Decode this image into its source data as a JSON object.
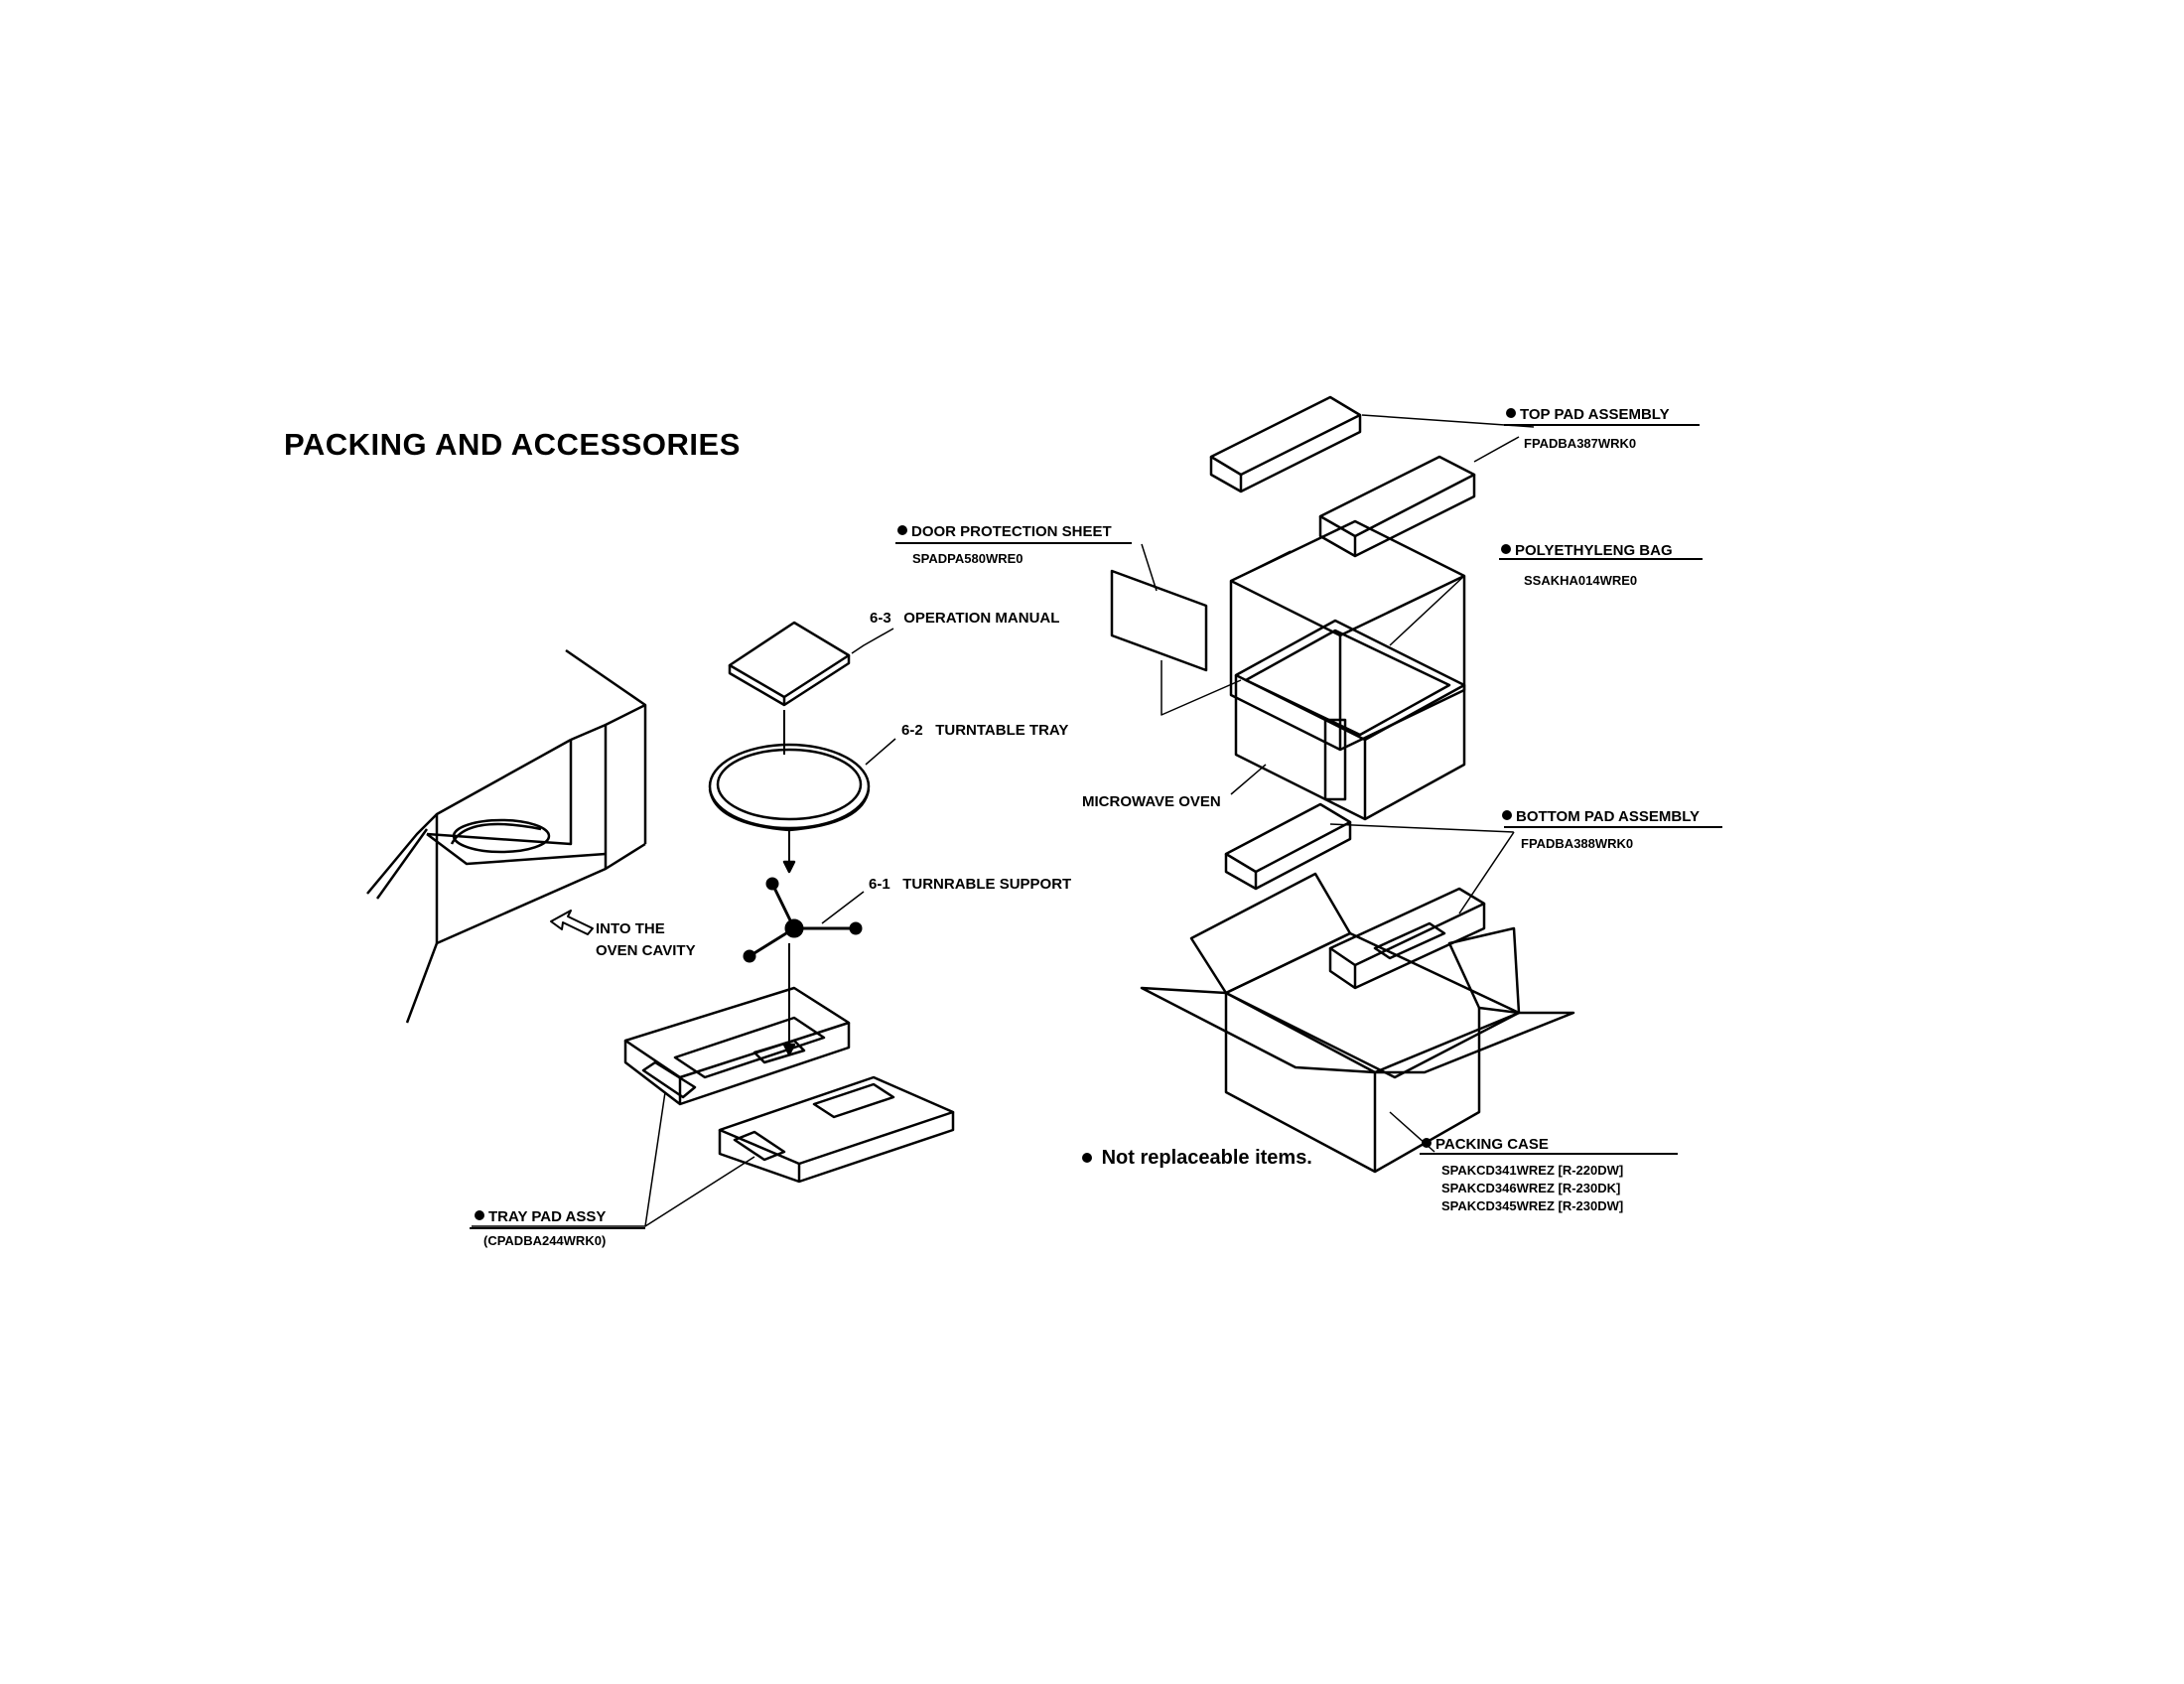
{
  "title": "PACKING AND ACCESSORIES",
  "labels": {
    "top_pad": {
      "name": "TOP PAD ASSEMBLY",
      "code": "FPADBA387WRK0"
    },
    "door_sheet": {
      "name": "DOOR PROTECTION SHEET",
      "code": "SPADPA580WRE0"
    },
    "poly_bag": {
      "name": "POLYETHYLENG BAG",
      "code": "SSAKHA014WRE0"
    },
    "operation_manual": {
      "num": "6-3",
      "name": "OPERATION MANUAL"
    },
    "turntable_tray": {
      "num": "6-2",
      "name": "TURNTABLE TRAY"
    },
    "microwave_oven": "MICROWAVE OVEN",
    "bottom_pad": {
      "name": "BOTTOM PAD ASSEMBLY",
      "code": "FPADBA388WRK0"
    },
    "turntable_support": {
      "num": "6-1",
      "name": "TURNRABLE SUPPORT"
    },
    "into_cavity": {
      "line1": "INTO THE",
      "line2": "OVEN CAVITY"
    },
    "tray_pad": {
      "name": "TRAY PAD ASSY",
      "code": "(CPADBA244WRK0)"
    },
    "packing_case": {
      "name": "PACKING CASE",
      "codes": [
        "SPAKCD341WREZ [R-220DW]",
        "SPAKCD346WREZ [R-230DK]",
        "SPAKCD345WREZ [R-230DW]"
      ]
    },
    "note": "Not replaceable items."
  }
}
